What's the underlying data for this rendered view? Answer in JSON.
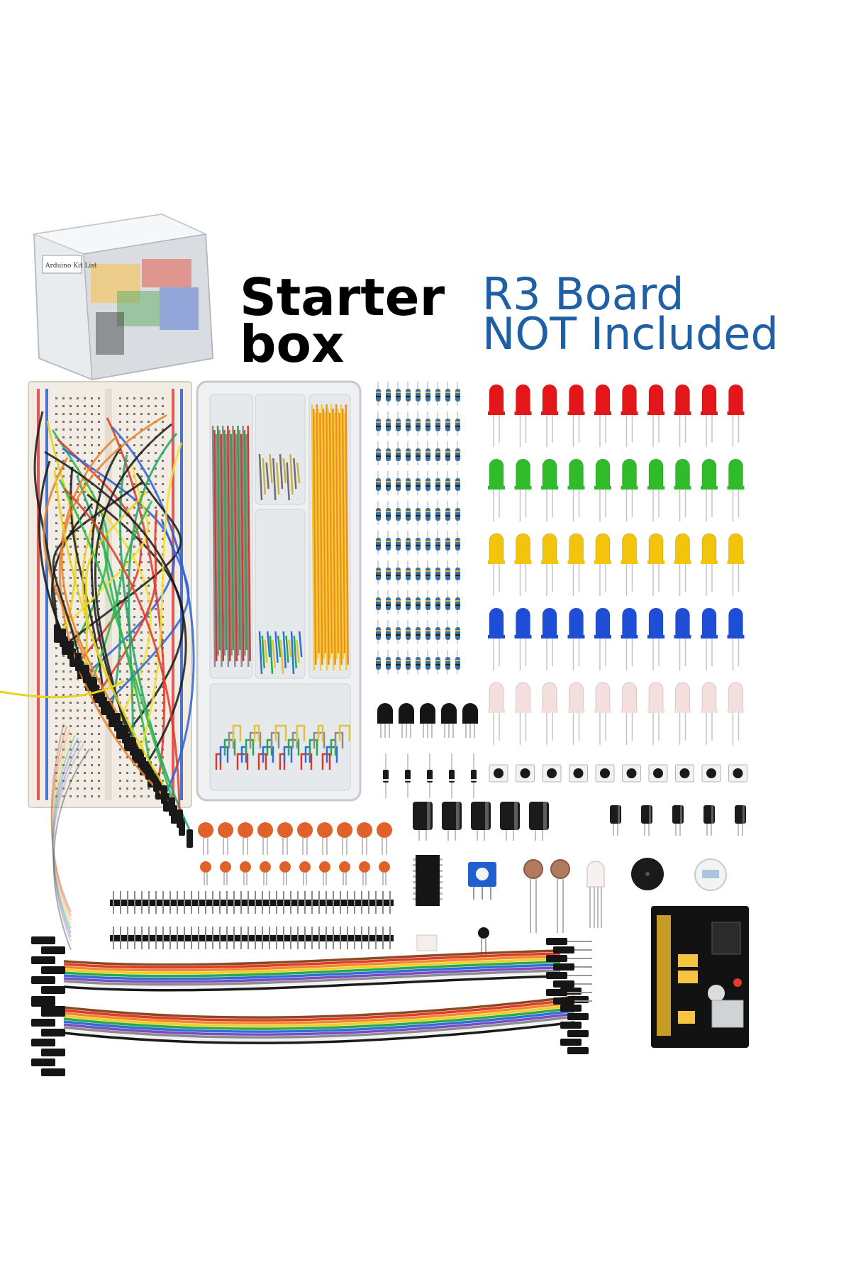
{
  "headline": {
    "starter_line1": "Starter",
    "starter_line2": "box",
    "note_line1": "R3 Board",
    "note_line2": "NOT Included"
  },
  "kit_box_label": "Arduino Kit List",
  "colors": {
    "led_red": "#e4161a",
    "led_green": "#2fbb2a",
    "led_yellow": "#f2c40c",
    "led_blue": "#1f4ed6",
    "led_white": "#f4dede",
    "resistor_body": "#3d6f9e",
    "capacitor_ceramic": "#e0622a",
    "electrolytic": "#1b1b1b",
    "breadboard": "#f1ece4",
    "power_module_pcb": "#111111",
    "note_text": "#1f5fa5"
  },
  "components": {
    "led_rows": [
      "red",
      "green",
      "yellow",
      "blue",
      "white"
    ],
    "leds_per_row": 10,
    "resistor_rows": 10,
    "resistors_per_row": 9,
    "buttons": 10,
    "electrolytic_large": 5,
    "electrolytic_small": 5,
    "ceramic_caps_large": 10,
    "ceramic_caps_small": 10
  }
}
